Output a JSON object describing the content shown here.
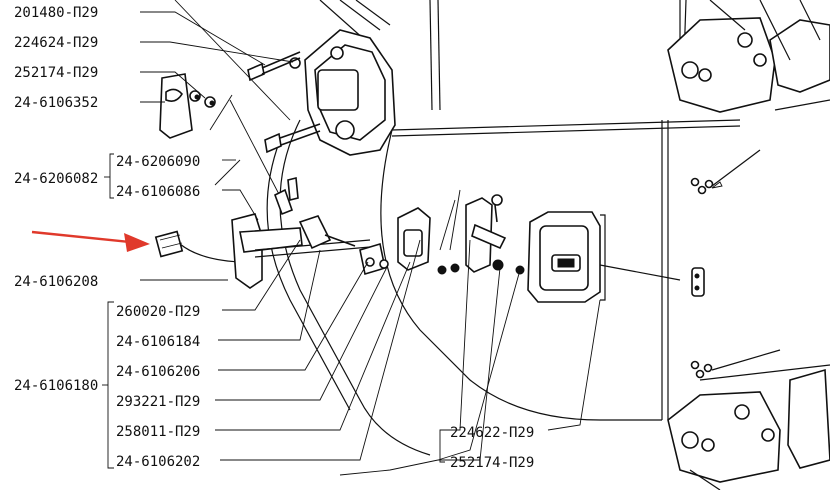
{
  "labels": {
    "l201480": "201480-П29",
    "l224624": "224624-П29",
    "l252174_top": "252174-П29",
    "l6106352": "24-6106352",
    "l6206082": "24-6206082",
    "l6206090": "24-6206090",
    "l6106086": "24-6106086",
    "l6106208": "24-6106208",
    "l260020": "260020-П29",
    "l6106184": "24-6106184",
    "l6106206": "24-6106206",
    "l6106180": "24-6106180",
    "l293221": "293221-П29",
    "l258011": "258011-П29",
    "l6106202": "24-6106202",
    "l224622": "224622-П29",
    "l252174_bottom": "252174-П29"
  },
  "colors": {
    "arrow": "#e0392b",
    "ink": "#111111"
  }
}
